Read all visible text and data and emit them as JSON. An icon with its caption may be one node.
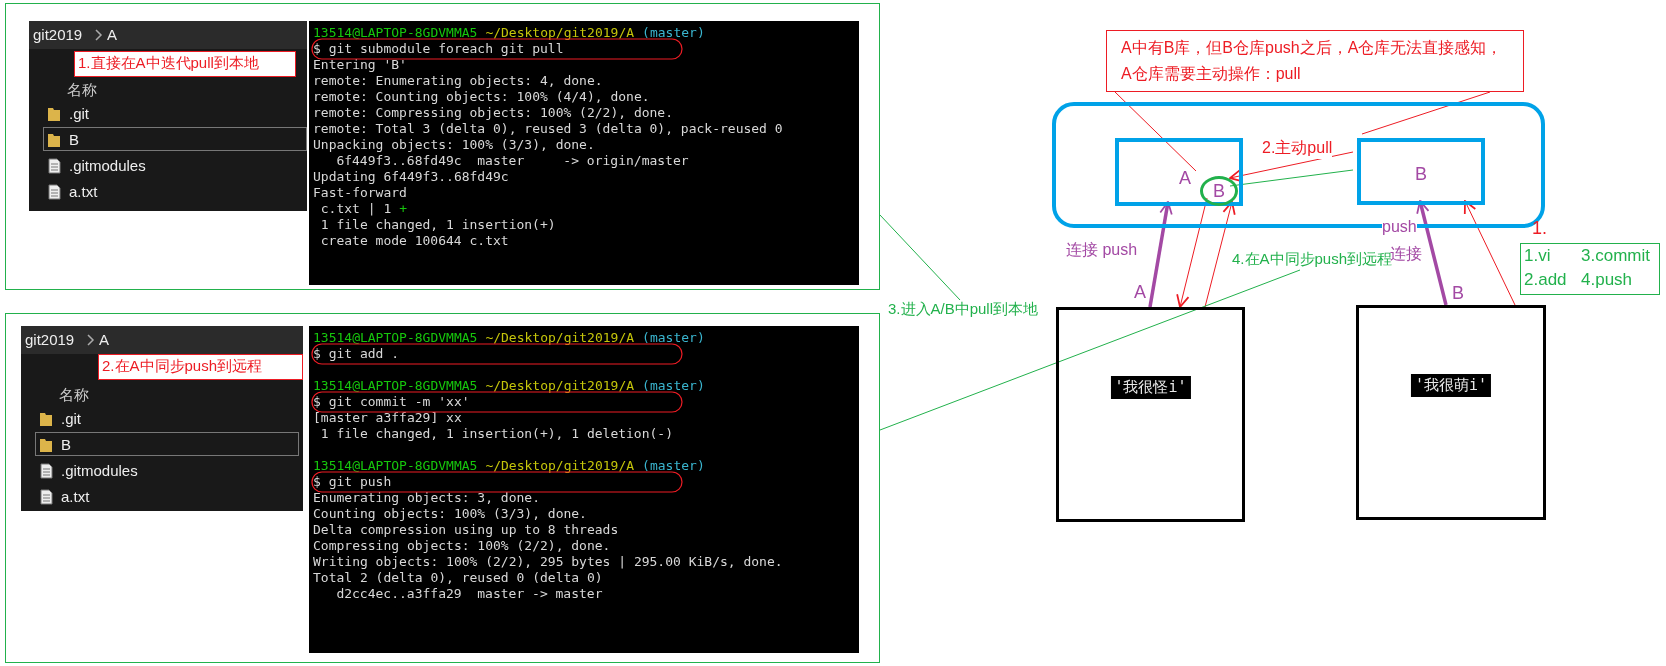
{
  "diagram": {
    "nodes": [
      {
        "text": [],
        "shape": "box"
      },
      {
        "text": [
          "git2019",
          "A",
          "名称",
          ".git",
          "B",
          ".gitmodules",
          "a.txt"
        ],
        "in": 0
      },
      {
        "text": [
          "1.直接在A中迭代pull到本地"
        ],
        "in": 1
      },
      {
        "text": [
          "13514@LAPTOP-8GDVMMA5",
          "~/Desktop/git2019/A",
          "(master)",
          "$ git submodule foreach git pull",
          "Entering 'B'",
          "remote: Enumerating objects: 4, done.",
          "remote: Counting objects: 100% (4/4), done.",
          "remote: Compressing objects: 100% (2/2), done.",
          "remote: Total 3 (delta 0), reused 3 (delta 0), pack-reused 0",
          "Unpacking objects: 100% (3/3), done.",
          "6f449f3..68fd49c  master     -> origin/master",
          "Updating 6f449f3..68fd49c",
          "Fast-forward",
          "c.txt | 1",
          "+",
          "1 file changed, 1 insertion(+)",
          "create mode 100644 c.txt"
        ],
        "in": 0
      },
      {
        "text": [],
        "shape": "box"
      },
      {
        "text": [
          "git2019",
          "A",
          "名称",
          ".git",
          "B",
          ".gitmodules",
          "a.txt"
        ],
        "in": 4
      },
      {
        "text": [
          "2.在A中同步push到远程"
        ],
        "in": 5
      },
      {
        "text": [
          "13514@LAPTOP-8GDVMMA5",
          "~/Desktop/git2019/A",
          "(master)",
          "$ git add .",
          "13514@LAPTOP-8GDVMMA5",
          "~/Desktop/git2019/A",
          "(master)",
          "$ git commit -m 'xx'",
          "[master a3ffa29] xx",
          "1 file changed, 1 insertion(+), 1 deletion(-)",
          "13514@LAPTOP-8GDVMMA5",
          "~/Desktop/git2019/A",
          "(master)",
          "$ git push",
          "Enumerating objects: 3, done.",
          "Counting objects: 100% (3/3), done.",
          "Delta compression using up to 8 threads",
          "Compressing objects: 100% (2/2), done.",
          "Writing objects: 100% (2/2), 295 bytes | 295.00 KiB/s, done.",
          "Total 2 (delta 0), reused 0 (delta 0)",
          "d2cc4ec..a3ffa29  master -> master"
        ],
        "in": 4
      },
      {
        "text": [
          "A中有B库，但B仓库push之后，A仓库无法直接感知，A仓库需要主动操作：pull"
        ]
      },
      {
        "text": [],
        "shape": "box"
      },
      {
        "text": [
          "A"
        ],
        "in": 9
      },
      {
        "text": [
          "B"
        ],
        "in": 10
      },
      {
        "text": [
          "B"
        ],
        "in": 9
      },
      {
        "text": [
          "'我很怪i'"
        ],
        "beside": [
          "A"
        ]
      },
      {
        "text": [
          "'我很萌i'"
        ],
        "beside": [
          "B"
        ]
      },
      {
        "text": [
          "1.vi",
          "3.commit",
          "2.add",
          "4.push"
        ],
        "beside": [
          "1."
        ]
      },
      {
        "text": [
          "3.进入A/B中pull到本地"
        ]
      },
      {
        "text": [
          "4.在A中同步push到远程"
        ]
      }
    ],
    "edges": [
      {
        "from": 12,
        "to": 11,
        "arrow": "to",
        "label": "2.主动pull"
      },
      {
        "from": 12,
        "to": 11,
        "arrow": "none",
        "color": "#22b14c"
      },
      {
        "from": 8,
        "to": 11,
        "arrow": "none"
      },
      {
        "from": 8,
        "to": 12,
        "arrow": "none"
      },
      {
        "from": 13,
        "to": 10,
        "arrow": "to",
        "label": "连接 push",
        "style": "thick",
        "color": "#a349a4"
      },
      {
        "from": 14,
        "to": 12,
        "arrow": "to",
        "label": "push",
        "style": "thick",
        "color": "#a349a4"
      },
      {
        "from": 11,
        "to": 13,
        "arrow": "to"
      },
      {
        "from": 13,
        "to": 10,
        "arrow": "to"
      },
      {
        "from": 14,
        "to": 12,
        "arrow": "to"
      },
      {
        "from": 16,
        "to": 0,
        "arrow": "none",
        "color": "#22b14c"
      },
      {
        "from": 17,
        "to": 4,
        "arrow": "none",
        "color": "#22b14c"
      }
    ],
    "labels": [
      "连接"
    ]
  }
}
